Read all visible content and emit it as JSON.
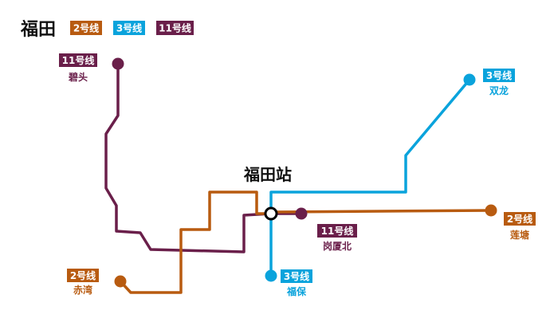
{
  "title": "福田",
  "colors": {
    "line2": "#B85B10",
    "line3": "#0AA3DC",
    "line11": "#6A1F4A",
    "interchange_ring": "#000000"
  },
  "legend": [
    {
      "label": "2号线",
      "color_key": "line2"
    },
    {
      "label": "3号线",
      "color_key": "line3"
    },
    {
      "label": "11号线",
      "color_key": "line11"
    }
  ],
  "center_station": "福田站",
  "terminals": {
    "bitou": {
      "line": "11号线",
      "name": "碧头",
      "color_key": "line11"
    },
    "shuanglong": {
      "line": "3号线",
      "name": "双龙",
      "color_key": "line3"
    },
    "gangxiabei": {
      "line": "11号线",
      "name": "岗厦北",
      "color_key": "line11"
    },
    "liantang": {
      "line": "2号线",
      "name": "莲塘",
      "color_key": "line2"
    },
    "chiwan": {
      "line": "2号线",
      "name": "赤湾",
      "color_key": "line2"
    },
    "fubao": {
      "line": "3号线",
      "name": "福保",
      "color_key": "line3"
    }
  }
}
